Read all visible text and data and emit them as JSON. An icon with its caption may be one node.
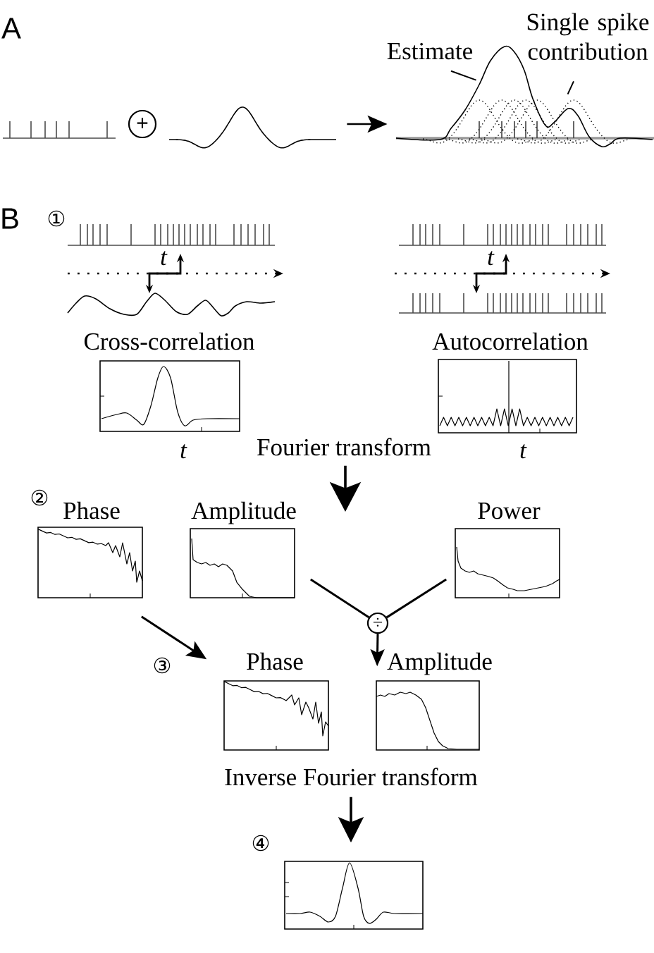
{
  "diagram": {
    "nodes": [
      {
        "text": [],
        "shape": "picture"
      },
      {
        "text": [
          "+"
        ]
      },
      {
        "text": [],
        "shape": "picture"
      },
      {
        "text": [],
        "shape": "picture"
      },
      {
        "text": [
          "Estimate"
        ]
      },
      {
        "text": [
          "Single spike contribution"
        ]
      },
      {
        "text": [
          "Cross-correlation"
        ],
        "beside": [
          "t"
        ]
      },
      {
        "text": [
          "Autocorrelation"
        ],
        "beside": [
          "t"
        ]
      },
      {
        "text": [
          "Fourier transform"
        ]
      },
      {
        "text": [
          "Phase"
        ]
      },
      {
        "text": [
          "Amplitude"
        ]
      },
      {
        "text": [
          "Power"
        ]
      },
      {
        "text": [
          "÷"
        ]
      },
      {
        "text": [
          "Phase"
        ]
      },
      {
        "text": [
          "Amplitude"
        ]
      },
      {
        "text": [
          "Inverse Fourier transform"
        ]
      },
      {
        "text": [],
        "shape": "box"
      }
    ],
    "edges": [
      {
        "from": 2,
        "to": 3,
        "arrow": "to"
      },
      {
        "from": 4,
        "to": 3,
        "arrow": "none"
      },
      {
        "from": 5,
        "to": 3,
        "arrow": "none"
      },
      {
        "from": 8,
        "to": null,
        "arrow": "to"
      },
      {
        "from": 9,
        "to": 13,
        "arrow": "to"
      },
      {
        "from": 10,
        "to": 12,
        "arrow": "none"
      },
      {
        "from": 11,
        "to": 12,
        "arrow": "none"
      },
      {
        "from": 12,
        "to": 14,
        "arrow": "to"
      },
      {
        "from": 15,
        "to": 16,
        "arrow": "to"
      }
    ],
    "labels": [
      "A",
      "B",
      "①",
      "t",
      "t",
      "②",
      "③",
      "④"
    ]
  }
}
